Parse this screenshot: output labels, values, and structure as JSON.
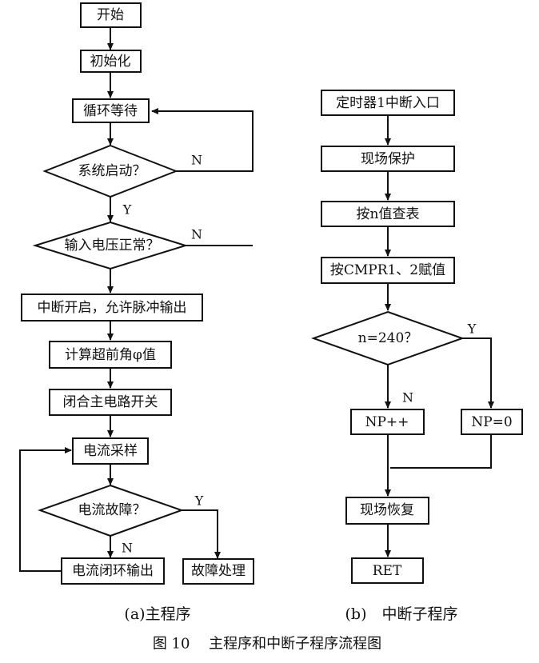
{
  "main": {
    "start": "开始",
    "init": "初始化",
    "wait": "循环等待",
    "q_start": "系统启动？",
    "q_voltage": "输入电压正常？",
    "enable_int": "中断开启，允许脉冲输出",
    "calc_phi": "计算超前角φ值",
    "close_switch": "闭合主电路开关",
    "sample": "电流采样",
    "q_fault": "电流故障？",
    "closed_loop": "电流闭环输出",
    "fault_handle": "故障处理",
    "n1": "N",
    "y1": "Y",
    "n2": "N",
    "y_fault": "Y",
    "n_fault": "N"
  },
  "isr": {
    "entry": "定时器1中断入口",
    "save": "现场保护",
    "lookup": "按n值查表",
    "assign": "按CMPR1、2赋值",
    "q_n": "n=240？",
    "np_inc": "NP++",
    "np_zero": "NP=0",
    "restore": "现场恢复",
    "ret": "RET",
    "y": "Y",
    "n": "N"
  },
  "captions": {
    "a": "(a)主程序",
    "b": "(b)　中断子程序",
    "figure": "图 10　 主程序和中断子程序流程图"
  }
}
